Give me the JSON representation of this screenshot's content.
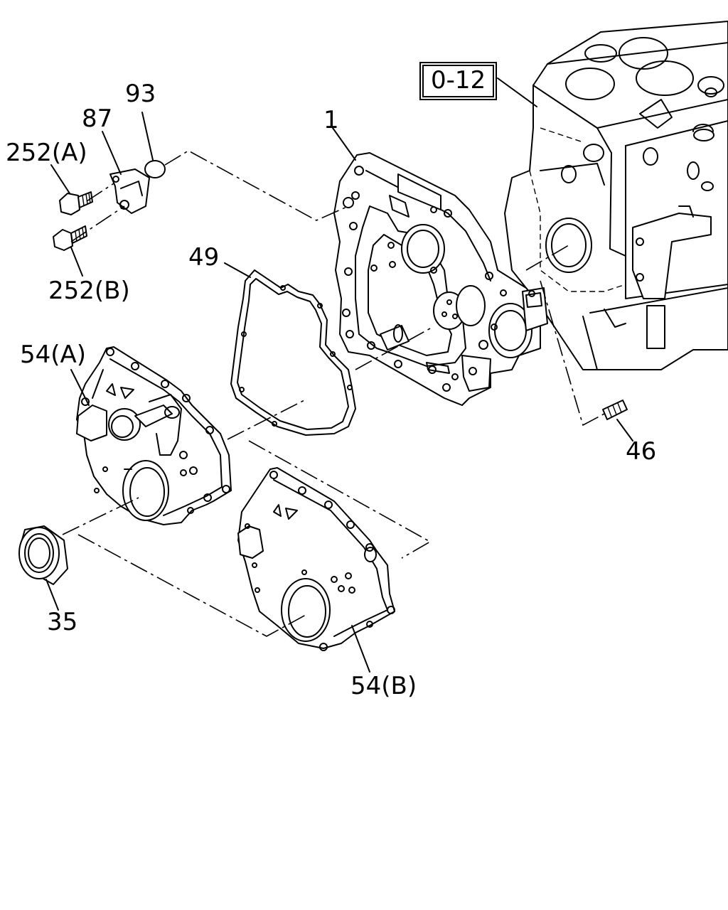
{
  "reference": {
    "label": "0-12"
  },
  "callouts": {
    "p1": "1",
    "p35": "35",
    "p46": "46",
    "p49": "49",
    "p54a": "54(A)",
    "p54b": "54(B)",
    "p87": "87",
    "p93": "93",
    "p252a": "252(A)",
    "p252b": "252(B)"
  }
}
